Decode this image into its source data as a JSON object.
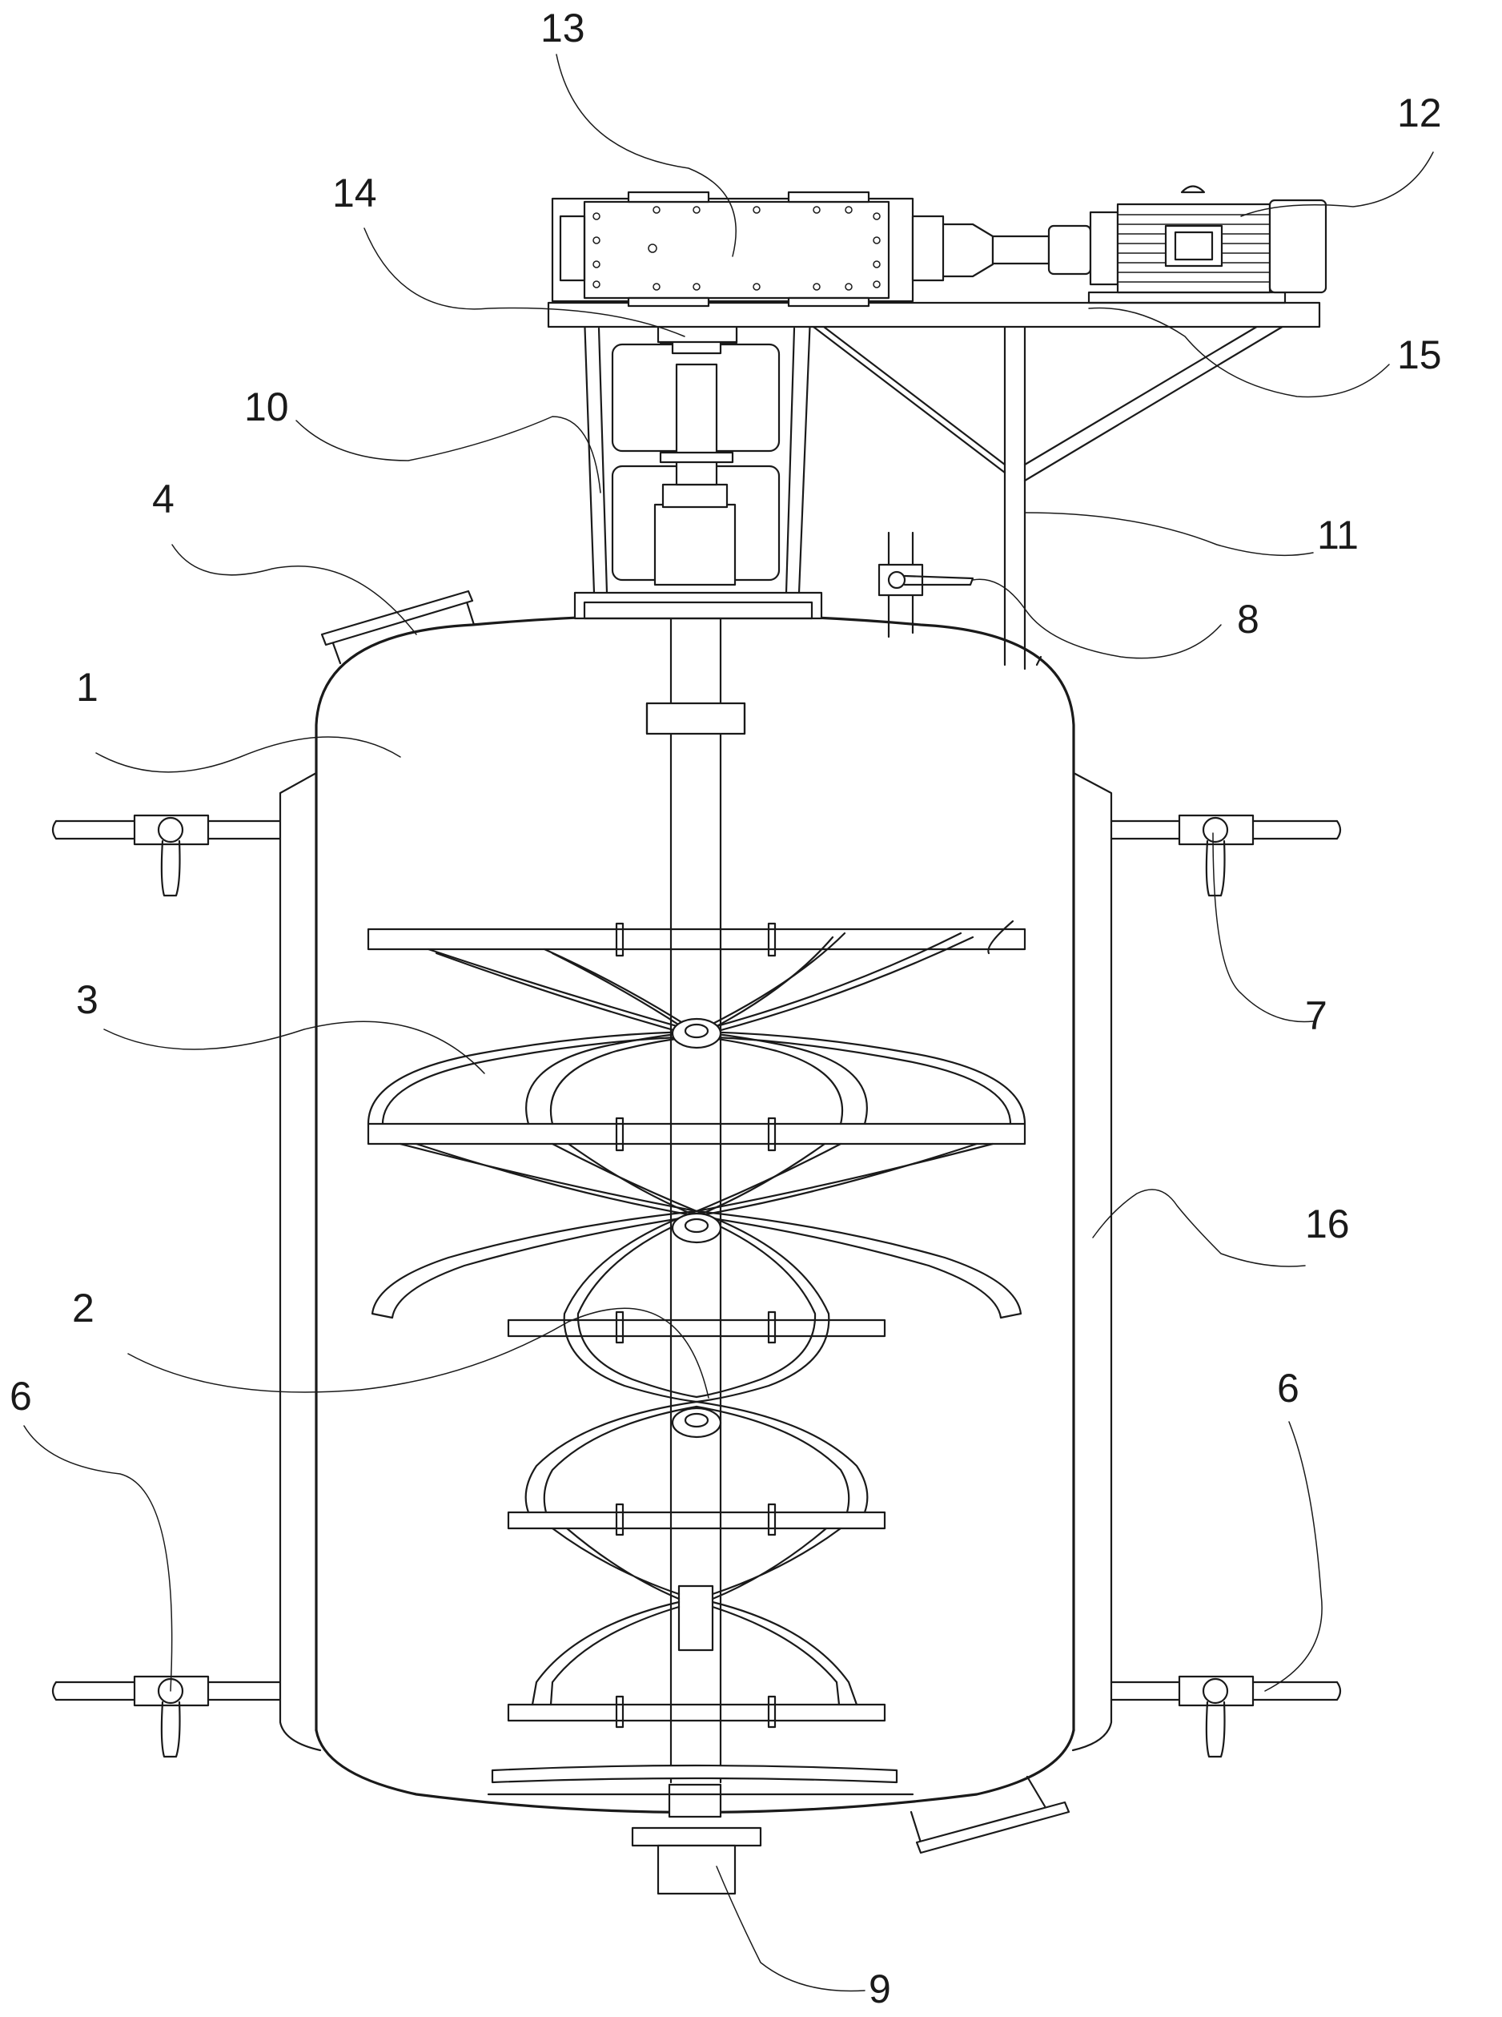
{
  "labels": {
    "l1": "1",
    "l2": "2",
    "l3": "3",
    "l4": "4",
    "l6_left": "6",
    "l6_right": "6",
    "l7": "7",
    "l8": "8",
    "l9": "9",
    "l10": "10",
    "l11": "11",
    "l12": "12",
    "l13": "13",
    "l14": "14",
    "l15": "15",
    "l16": "16"
  },
  "colors": {
    "line": "#1a1a1a",
    "background": "#ffffff"
  }
}
